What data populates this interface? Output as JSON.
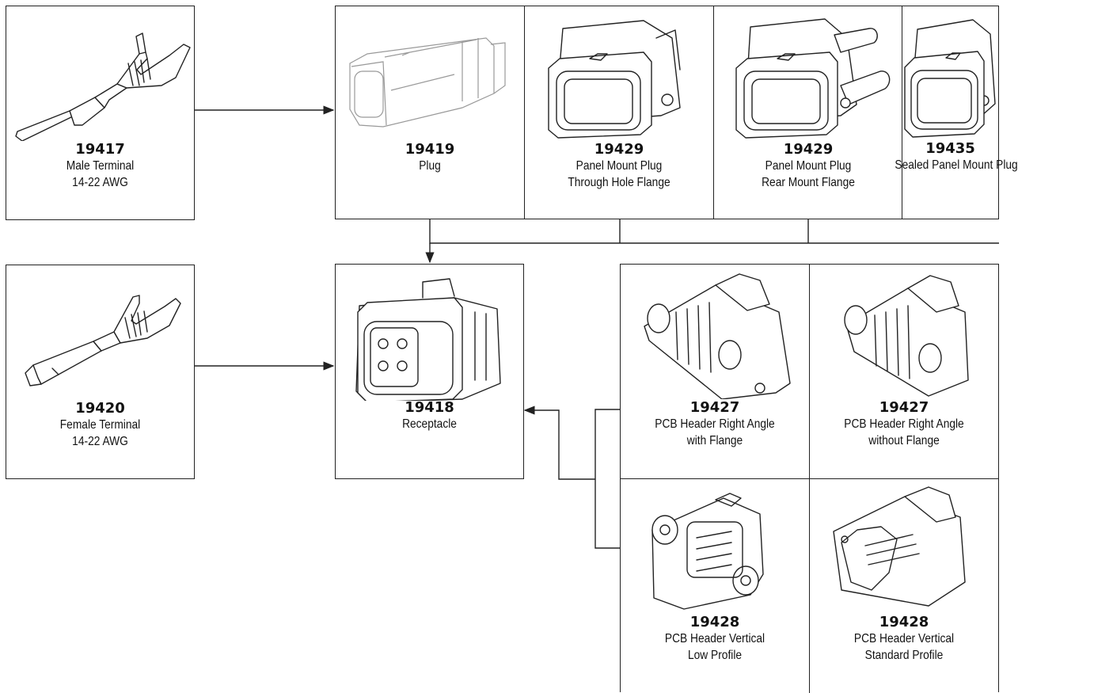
{
  "items": {
    "male_terminal": {
      "part": "19417",
      "line1": "Male Terminal",
      "line2": "14-22 AWG"
    },
    "female_terminal": {
      "part": "19420",
      "line1": "Female Terminal",
      "line2": "14-22 AWG"
    },
    "plug": {
      "part": "19419",
      "line1": "Plug",
      "line2": ""
    },
    "panel_through": {
      "part": "19429",
      "line1": "Panel Mount Plug",
      "line2": "Through Hole Flange"
    },
    "panel_rear": {
      "part": "19429",
      "line1": "Panel Mount Plug",
      "line2": "Rear Mount Flange"
    },
    "sealed_panel": {
      "part": "19435",
      "line1": "Sealed Panel Mount Plug",
      "line2": ""
    },
    "receptacle": {
      "part": "19418",
      "line1": "Receptacle",
      "line2": ""
    },
    "pcb_ra_flange": {
      "part": "19427",
      "line1": "PCB Header Right Angle",
      "line2": "with Flange"
    },
    "pcb_ra_noflange": {
      "part": "19427",
      "line1": "PCB Header Right Angle",
      "line2": "without Flange"
    },
    "pcb_v_low": {
      "part": "19428",
      "line1": "PCB Header Vertical",
      "line2": "Low Profile"
    },
    "pcb_v_std": {
      "part": "19428",
      "line1": "PCB Header Vertical",
      "line2": "Standard Profile"
    }
  },
  "icons": {
    "male_terminal": "male-terminal-drawing",
    "female_terminal": "female-terminal-drawing",
    "plug": "plug-housing-drawing",
    "receptacle": "receptacle-housing-drawing"
  }
}
